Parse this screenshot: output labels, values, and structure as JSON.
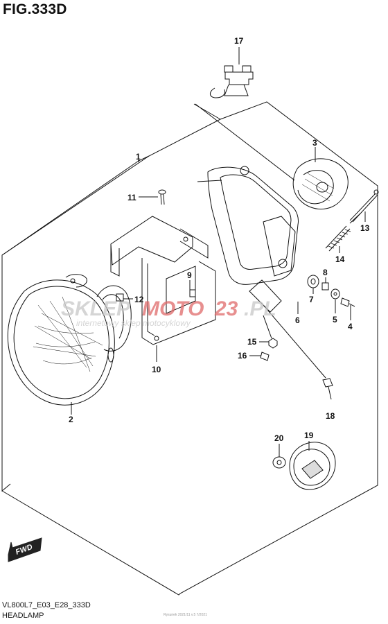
{
  "figure": {
    "title": "FIG.333D",
    "code": "VL800L7_E03_E28_333D",
    "name": "HEADLAMP",
    "stamp": "Rysunek 2021/11 v.5 7/2021"
  },
  "callouts": [
    "1",
    "2",
    "3",
    "4",
    "5",
    "6",
    "7",
    "8",
    "9",
    "10",
    "11",
    "12",
    "13",
    "14",
    "15",
    "16",
    "17",
    "18",
    "19",
    "20"
  ],
  "watermark": {
    "brand_a": "SKLEP",
    "brand_b": "MOTO",
    "brand_c": "23",
    "brand_d": ".PL",
    "tagline": "internetowy sklep motocyklowy"
  },
  "direction_label": "FWD",
  "colors": {
    "line": "#111111",
    "watermark_grey": "#c8c8c8",
    "watermark_red": "#e06a6a",
    "fwd_fill": "#222222"
  }
}
